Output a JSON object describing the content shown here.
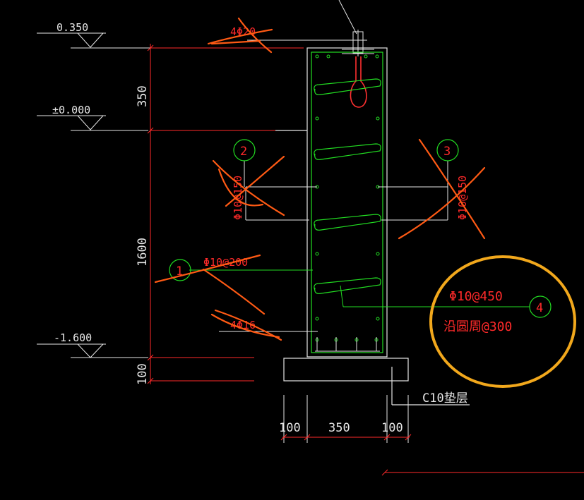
{
  "colors": {
    "background": "#000000",
    "white_line": "#e6e6e6",
    "red_line": "#ff2a2a",
    "rebar_green": "#22dd22",
    "hook_red": "#ff3030",
    "scribble_orange": "#ff5a14",
    "highlight_ring": "#f2a81c",
    "bubble_green": "#22dd22"
  },
  "elevations": {
    "top": "0.350",
    "ground": "±0.000",
    "bottom": "-1.600"
  },
  "vertical_dims": {
    "d1": "350",
    "d2": "1600",
    "d3": "100"
  },
  "horizontal_dims": {
    "left": "100",
    "middle": "350",
    "right": "100"
  },
  "rebar_labels": {
    "top_bars": "4Φ20",
    "side_left": "Φ10@150",
    "side_right": "Φ10@150",
    "stirrup": "Φ10@200",
    "bottom_bars": "4Φ16",
    "tie": "Φ10@450",
    "along_perimeter": "沿圆周@300"
  },
  "bubbles": {
    "b1": "1",
    "b2": "2",
    "b3": "3",
    "b4": "4"
  },
  "cushion_label": "C10垫层"
}
